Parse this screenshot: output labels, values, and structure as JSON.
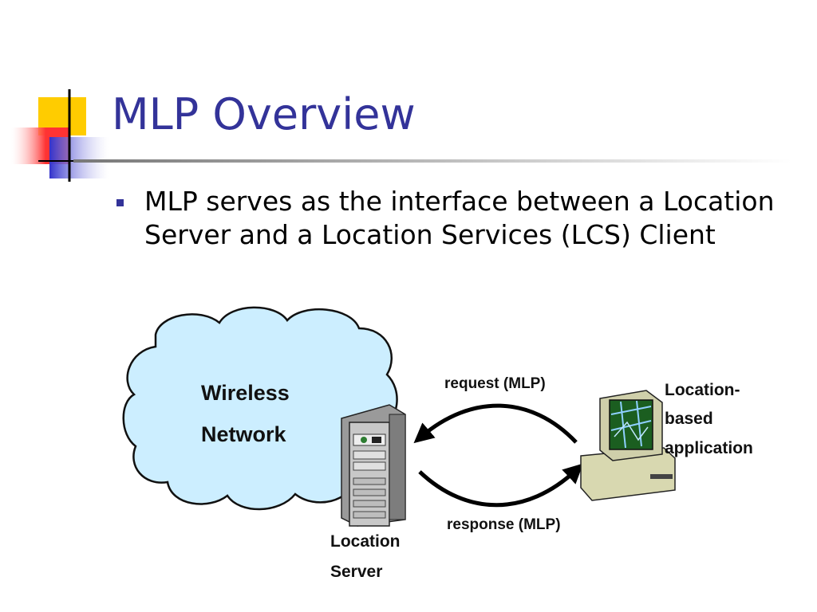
{
  "slide": {
    "title": "MLP Overview",
    "bullet_text": "MLP serves as the interface between a Location Server and a Location Services (LCS) Client"
  },
  "diagram": {
    "cloud_label_line1": "Wireless",
    "cloud_label_line2": "Network",
    "request_label": "request (MLP)",
    "response_label": "response (MLP)",
    "server_label_line1": "Location",
    "server_label_line2": "Server",
    "client_label_line1": "Location-",
    "client_label_line2": "based",
    "client_label_line3": "application"
  },
  "colors": {
    "title": "#333399",
    "bullet": "#333399",
    "cloud_fill": "#cceeff",
    "deco_yellow": "#ffcc00",
    "deco_blue": "#3333cc",
    "deco_red": "#ff3333"
  }
}
